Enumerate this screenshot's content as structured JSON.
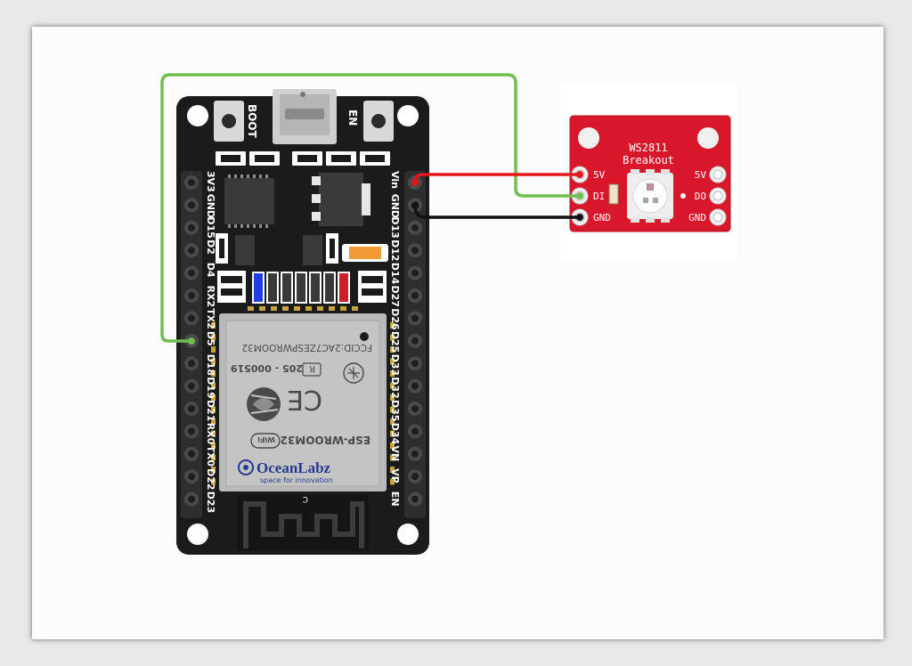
{
  "esp32_board": {
    "boot_label": "BOOT",
    "en_label": "EN",
    "left_pins": [
      "3V3",
      "GND",
      "D15",
      "D2",
      "D4",
      "RX2",
      "TX2",
      "D5",
      "D18",
      "D19",
      "D21",
      "RX0",
      "TX0",
      "D22",
      "D23"
    ],
    "right_pins": [
      "Vin",
      "GND",
      "D13",
      "D12",
      "D14",
      "D27",
      "D26",
      "D25",
      "D33",
      "D32",
      "D35",
      "D34",
      "VN",
      "VP",
      "EN"
    ],
    "module": {
      "fcc_id": "FCCID:2AC7ZESPWROOM32",
      "cert_number": "205 - 000519",
      "cert_mark": "R",
      "ce_mark": "CE",
      "model": "ESP-WROOM32",
      "wifi_mark": "WiFi",
      "brand": "OceanLabz",
      "tagline": "space for innovation",
      "antenna_mark": "C"
    }
  },
  "ws2811_breakout": {
    "title_line1": "WS2811",
    "title_line2": "Breakout",
    "left_pins": [
      "5V",
      "DI",
      "GND"
    ],
    "right_pins": [
      "5V",
      "DO",
      "GND"
    ],
    "board_color": "#d8172b"
  },
  "wires": [
    {
      "from": "D5",
      "to": "DI",
      "color": "#6fbf4f"
    },
    {
      "from": "Vin",
      "to": "5V",
      "color": "#e3161b"
    },
    {
      "from": "GND",
      "to": "GND",
      "color": "#111111"
    }
  ]
}
